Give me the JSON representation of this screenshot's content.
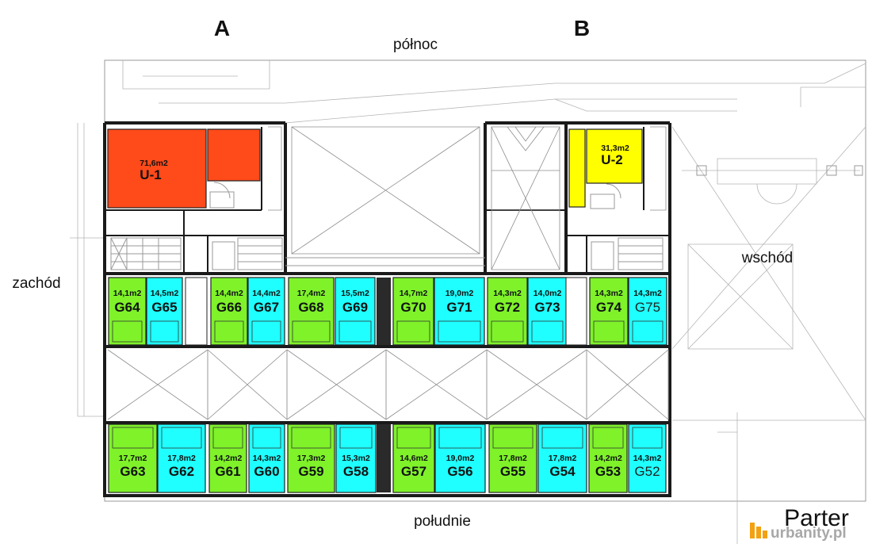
{
  "wings": {
    "a": "A",
    "b": "B"
  },
  "directions": {
    "north": "północ",
    "south": "południe",
    "west": "zachód",
    "east": "wschód"
  },
  "floor_label": "Parter",
  "watermark": "urbanity.pl",
  "colors": {
    "commercial_a": "#ff4a1a",
    "commercial_b": "#ffff00",
    "garage_green": "#7ff22a",
    "garage_cyan": "#1fffff"
  },
  "commercial_units": [
    {
      "code": "U-1",
      "area": "71,6m2"
    },
    {
      "code": "U-2",
      "area": "31,3m2"
    }
  ],
  "north_row": [
    {
      "code": "G64",
      "area": "14,1m2"
    },
    {
      "code": "G65",
      "area": "14,5m2"
    },
    {
      "code": "G66",
      "area": "14,4m2"
    },
    {
      "code": "G67",
      "area": "14,4m2"
    },
    {
      "code": "G68",
      "area": "17,4m2"
    },
    {
      "code": "G69",
      "area": "15,5m2"
    },
    {
      "code": "G70",
      "area": "14,7m2"
    },
    {
      "code": "G71",
      "area": "19,0m2"
    },
    {
      "code": "G72",
      "area": "14,3m2"
    },
    {
      "code": "G73",
      "area": "14,0m2"
    },
    {
      "code": "G74",
      "area": "14,3m2"
    },
    {
      "code": "G75",
      "area": "14,3m2"
    }
  ],
  "south_row": [
    {
      "code": "G63",
      "area": "17,7m2"
    },
    {
      "code": "G62",
      "area": "17,8m2"
    },
    {
      "code": "G61",
      "area": "14,2m2"
    },
    {
      "code": "G60",
      "area": "14,3m2"
    },
    {
      "code": "G59",
      "area": "17,3m2"
    },
    {
      "code": "G58",
      "area": "15,3m2"
    },
    {
      "code": "G57",
      "area": "14,6m2"
    },
    {
      "code": "G56",
      "area": "19,0m2"
    },
    {
      "code": "G55",
      "area": "17,8m2"
    },
    {
      "code": "G54",
      "area": "17,8m2"
    },
    {
      "code": "G53",
      "area": "14,2m2"
    },
    {
      "code": "G52",
      "area": "14,3m2"
    }
  ]
}
